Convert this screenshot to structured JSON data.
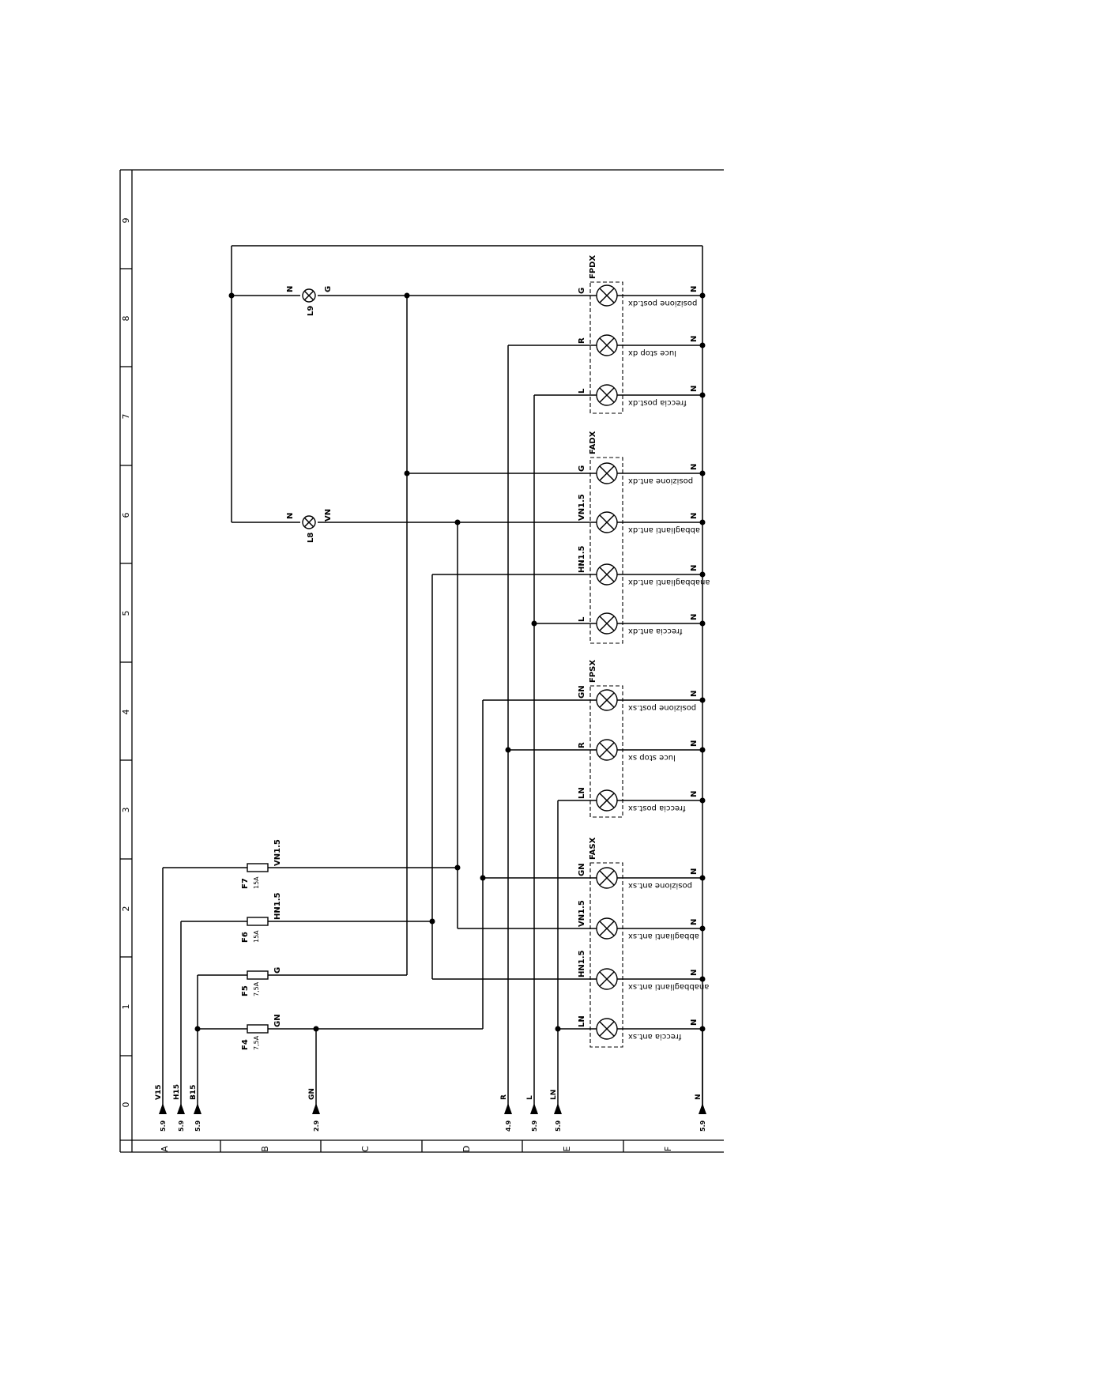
{
  "border": {
    "rows": [
      "0",
      "1",
      "2",
      "3",
      "4",
      "5",
      "6",
      "7",
      "8",
      "9"
    ],
    "columns": [
      "A",
      "B",
      "C",
      "D",
      "E",
      "F"
    ]
  },
  "components": {
    "FPDX": "FPDX",
    "FADX": "FADX",
    "FPSX": "FPSX",
    "FASX": "FASX",
    "L9": "L9",
    "L8": "L8"
  },
  "lamp_descriptions": {
    "fpdx_1": "posizione post.dx",
    "fpdx_2": "luce stop dx",
    "fpdx_3": "freccia post.dx",
    "fadx_1": "posizione ant.dx",
    "fadx_2": "abbaglianti ant.dx",
    "fadx_3": "anabbaglianti ant.dx",
    "fadx_4": "freccia ant.dx",
    "fpsx_1": "posizione post.sx",
    "fpsx_2": "luce stop sx",
    "fpsx_3": "freccia post.sx",
    "fasx_1": "posizione ant.sx",
    "fasx_2": "abbaglianti ant.sx",
    "fasx_3": "anabbaglianti ant.sx",
    "fasx_4": "freccia ant.sx"
  },
  "wire_labels": {
    "G": "G",
    "R": "R",
    "L": "L",
    "N": "N",
    "VN": "VN",
    "VN15": "VN1.5",
    "HN15": "HN1.5",
    "GN": "GN",
    "LN": "LN"
  },
  "fuses": {
    "F7": {
      "name": "F7",
      "rating": "15A",
      "wire": "VN1.5"
    },
    "F6": {
      "name": "F6",
      "rating": "15A",
      "wire": "HN1.5"
    },
    "F5": {
      "name": "F5",
      "rating": "7,5A",
      "wire": "G"
    },
    "F4": {
      "name": "F4",
      "rating": "7,5A",
      "wire": "GN"
    }
  },
  "terminals": [
    {
      "ref": "5.9",
      "wire": "V15"
    },
    {
      "ref": "5.9",
      "wire": "H15"
    },
    {
      "ref": "5.9",
      "wire": "B15"
    },
    {
      "ref": "2.9",
      "wire": "GN"
    },
    {
      "ref": "4.9",
      "wire": "R"
    },
    {
      "ref": "5.9",
      "wire": "L"
    },
    {
      "ref": "5.9",
      "wire": "LN"
    },
    {
      "ref": "5.9",
      "wire": "N"
    }
  ]
}
